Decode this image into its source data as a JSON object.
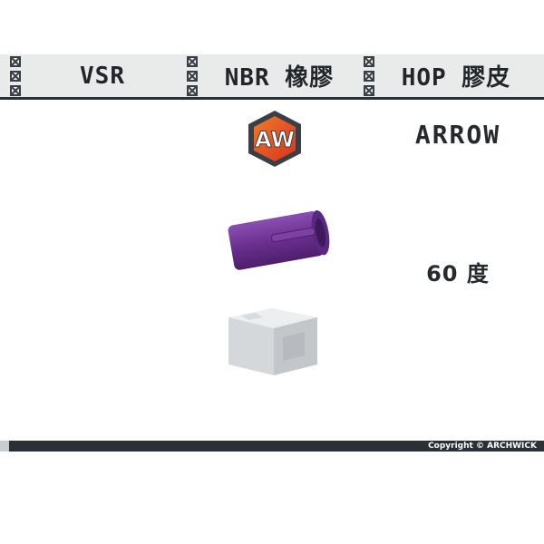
{
  "header": {
    "segments": [
      {
        "label": "VSR"
      },
      {
        "label": "NBR 橡膠"
      },
      {
        "label": "HOP 膠皮"
      }
    ]
  },
  "logo": {
    "letters": "AW",
    "icon": "aw-hexagon-logo-icon"
  },
  "brand": {
    "name": "ARROW"
  },
  "spec": {
    "hardness": "60 度"
  },
  "product": {
    "icon": "hop-up-bucking-icon",
    "color": "#6a2f8f"
  },
  "package": {
    "icon": "package-box-icon"
  },
  "footer": {
    "copyright": "Copyright © ARCHWICK"
  },
  "colors": {
    "dark": "#2b3036",
    "light": "#e9eaea",
    "accent": "#e8552a",
    "purple": "#6a2f8f"
  }
}
